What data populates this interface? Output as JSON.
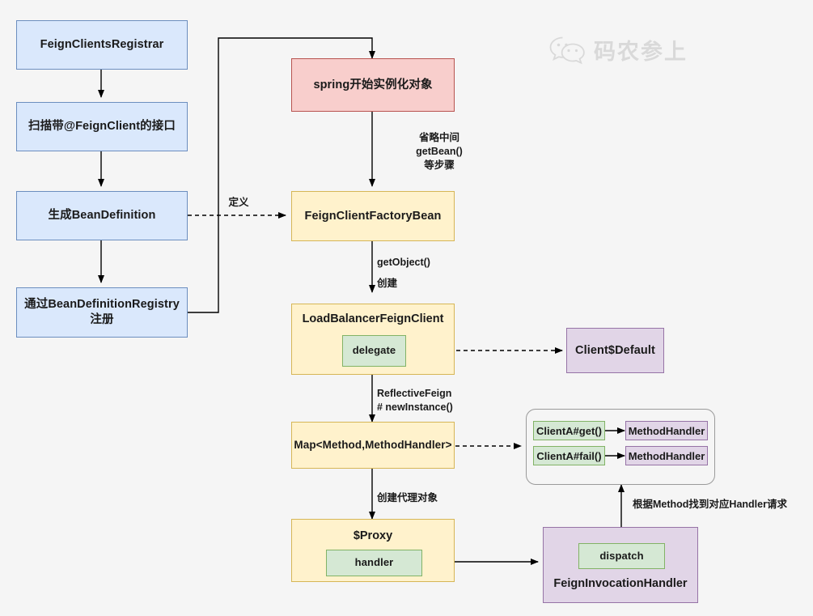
{
  "diagram": {
    "background": "#f5f5f5",
    "watermark": {
      "text": "码农参上",
      "icon": "wechat-icon"
    },
    "palette": {
      "blue_fill": "#dae8fc",
      "blue_stroke": "#6c8ebf",
      "red_fill": "#f8cecc",
      "red_stroke": "#b85450",
      "yellow_fill": "#fff2cc",
      "yellow_stroke": "#d6b656",
      "green_fill": "#d5e8d4",
      "green_stroke": "#82b366",
      "purple_fill": "#e1d5e7",
      "purple_stroke": "#9673a6",
      "edge": "#000000"
    },
    "nodes": {
      "feign_clients_registrar": "FeignClientsRegistrar",
      "scan_interfaces": "扫描带@FeignClient的接口",
      "generate_bean_definition": "生成BeanDefinition",
      "register_via_registry": "通过BeanDefinitionRegistry\n注册",
      "spring_instantiate": "spring开始实例化对象",
      "feign_client_factory_bean": "FeignClientFactoryBean",
      "load_balancer_feign_client": "LoadBalancerFeignClient",
      "delegate": "delegate",
      "client_default": "Client$Default",
      "method_handler_map": "Map<Method,MethodHandler>",
      "proxy": "$Proxy",
      "handler": "handler",
      "feign_invocation_handler": "FeignInvocationHandler",
      "dispatch": "dispatch",
      "client_a_get": "ClientA#get()",
      "client_a_fail": "ClientA#fail()",
      "method_handler_1": "MethodHandler",
      "method_handler_2": "MethodHandler"
    },
    "edge_labels": {
      "define": "定义",
      "omit_getbean": "省略中间\ngetBean()\n等步骤",
      "get_object_create": "getObject()\n\n创建",
      "reflective_feign": "ReflectiveFeign\n# newInstance()",
      "create_proxy_object": "创建代理对象",
      "find_handler_by_method": "根据Method找到对应Handler请求"
    }
  }
}
